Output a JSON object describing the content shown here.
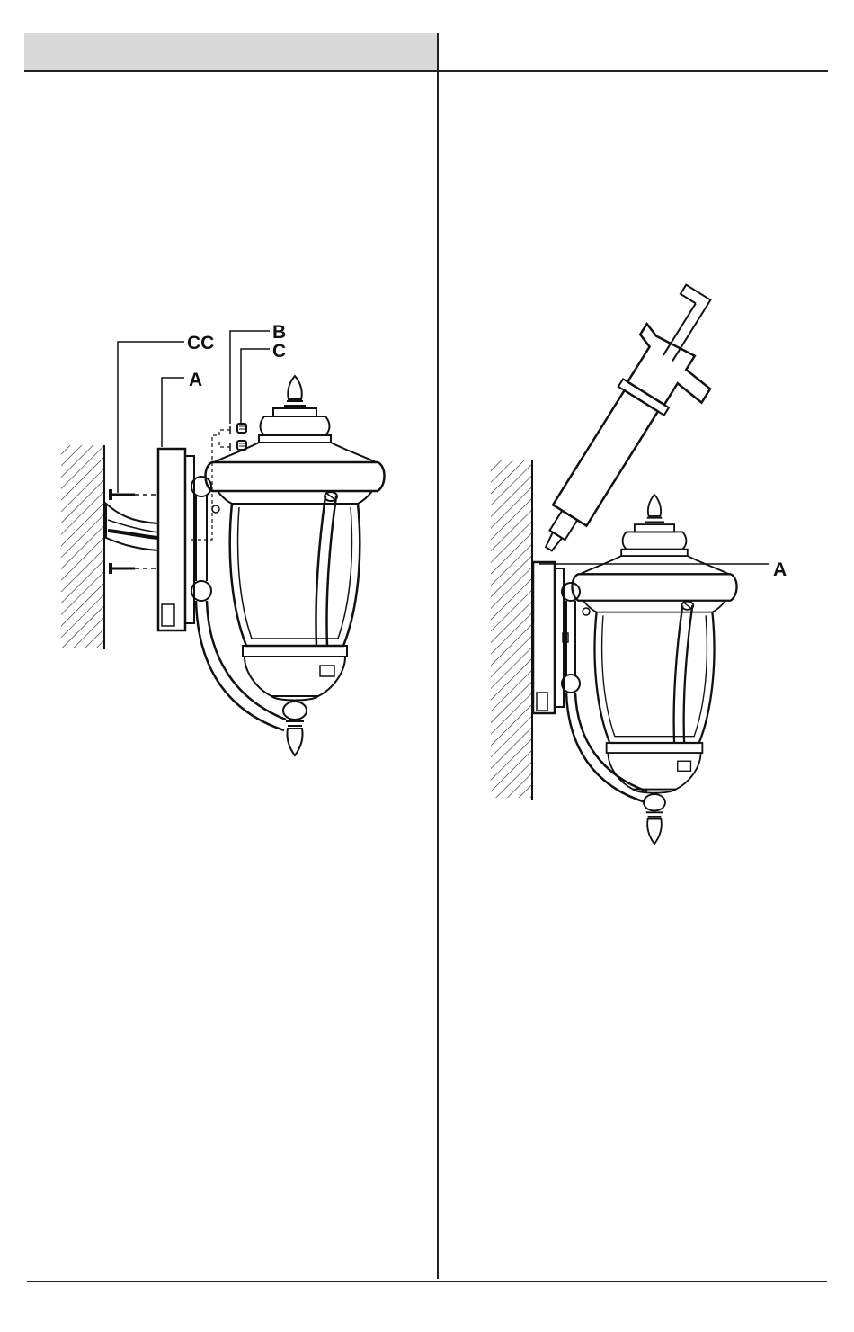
{
  "left_panel": {
    "labels": {
      "cc": "CC",
      "a": "A",
      "b": "B",
      "c": "C"
    }
  },
  "right_panel": {
    "labels": {
      "a": "A"
    }
  },
  "icons": [
    "wall-hatch-icon",
    "lantern-fixture-icon",
    "caulk-gun-icon",
    "screw-icon",
    "wire-nut-icon"
  ]
}
